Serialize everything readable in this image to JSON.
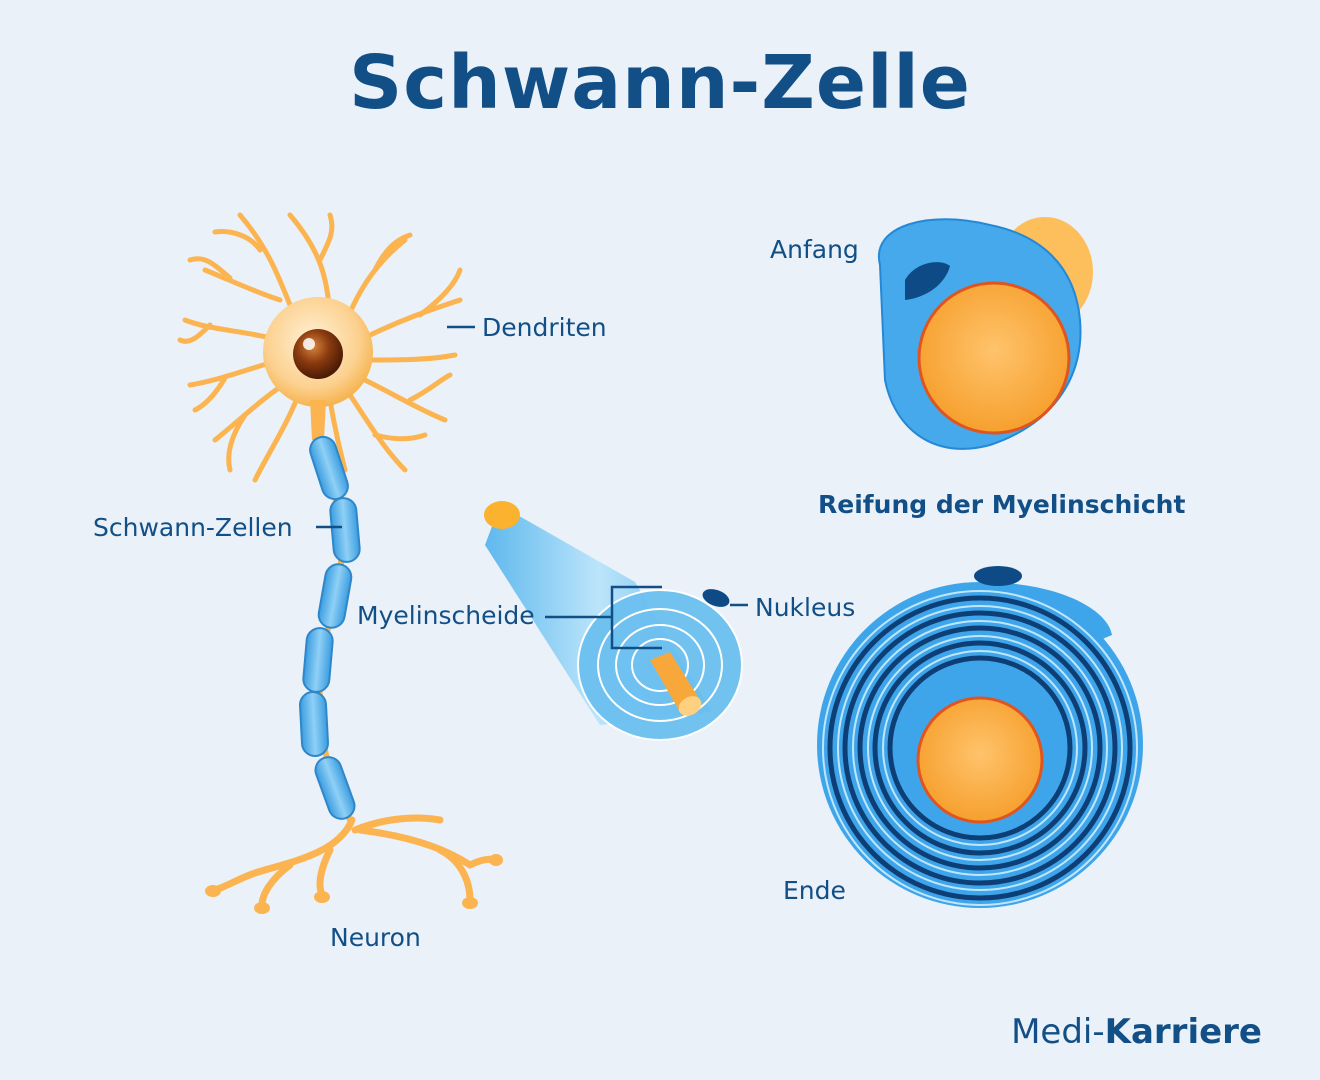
{
  "title": "Schwann-Zelle",
  "labels": {
    "dendriten": "Dendriten",
    "schwann_zellen": "Schwann-Zellen",
    "neuron": "Neuron",
    "myelinscheide": "Myelinscheide",
    "nukleus": "Nukleus",
    "anfang": "Anfang",
    "reifung": "Reifung der Myelinschicht",
    "ende": "Ende"
  },
  "brand": {
    "prefix": "Medi-",
    "name": "Karriere"
  },
  "colors": {
    "title": "#124f86",
    "background": "#eaf1f8",
    "neuron_orange": "#fbb450",
    "myelin_blue": "#4aaee8",
    "dark_blue": "#1a6fb8"
  }
}
